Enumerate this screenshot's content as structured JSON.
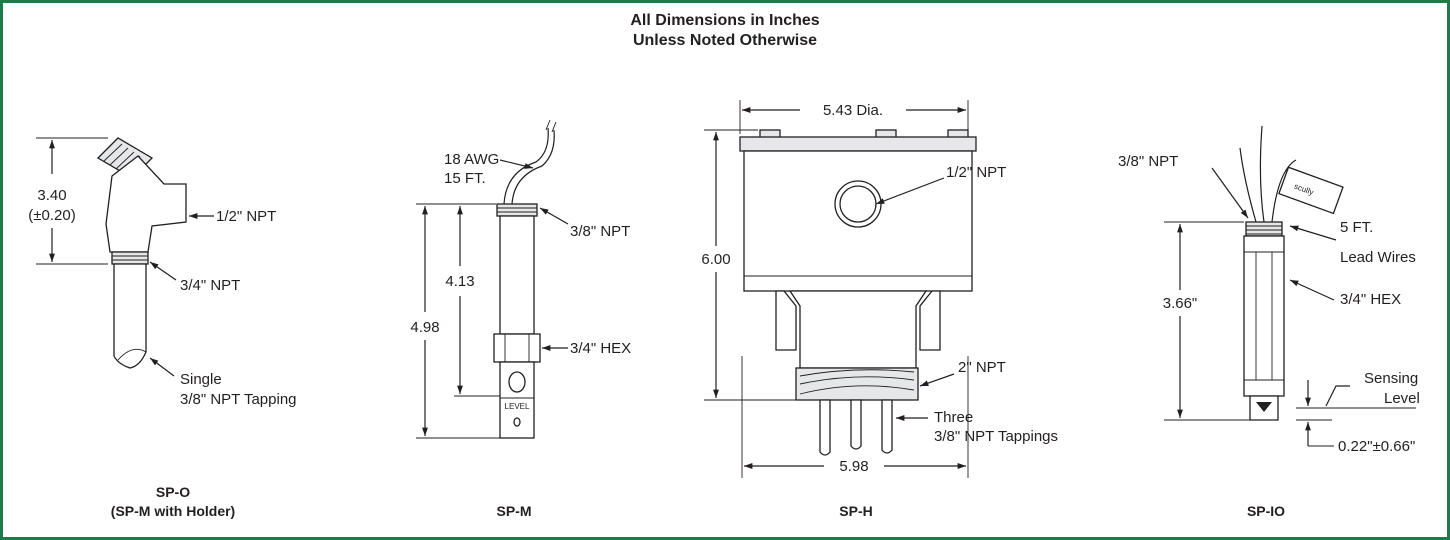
{
  "header": {
    "line1": "All Dimensions in Inches",
    "line2": "Unless Noted Otherwise"
  },
  "colors": {
    "frame": "#1f7a4a",
    "ink": "#231f20",
    "shade": "#e6e7e8"
  },
  "sp_o": {
    "height": "3.40",
    "tolerance": "(±0.20)",
    "npt_half": "1/2\" NPT",
    "npt_three_quarter": "3/4\" NPT",
    "tap_line1": "Single",
    "tap_line2": "3/8\" NPT Tapping",
    "caption1": "SP-O",
    "caption2": "(SP-M with Holder)"
  },
  "sp_m": {
    "wire1": "18 AWG",
    "wire2": "15 FT.",
    "npt": "3/8\" NPT",
    "dim_inner": "4.13",
    "dim_outer": "4.98",
    "hex": "3/4\" HEX",
    "level": "LEVEL",
    "caption": "SP-M"
  },
  "sp_h": {
    "dia": "5.43 Dia.",
    "height": "6.00",
    "npt_half": "1/2\" NPT",
    "npt_two": "2\" NPT",
    "tap1": "Three",
    "tap2": "3/8\" NPT Tappings",
    "width": "5.98",
    "caption": "SP-H"
  },
  "sp_io": {
    "npt": "3/8\" NPT",
    "lead1": "5 FT.",
    "lead2": "Lead Wires",
    "height": "3.66\"",
    "hex": "3/4\" HEX",
    "sense1": "Sensing",
    "sense2": "Level",
    "offset": "0.22\"±0.66\"",
    "tag": "scully",
    "caption": "SP-IO"
  }
}
